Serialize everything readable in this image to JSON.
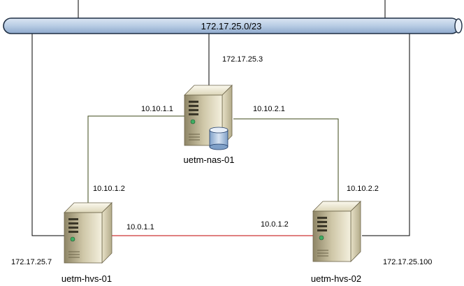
{
  "network": {
    "subnet": "172.17.25.0/23",
    "bus_color": "#b8cce4",
    "bus_stroke": "#1f2f44"
  },
  "hosts": {
    "nas": {
      "name": "uetm-nas-01",
      "ip_public": "172.17.25.3",
      "ip_link_left": "10.10.1.1",
      "ip_link_right": "10.10.2.1",
      "icon": "storage-server-icon"
    },
    "hvs1": {
      "name": "uetm-hvs-01",
      "ip_public": "172.17.25.7",
      "ip_link_nas": "10.10.1.2",
      "ip_link_peer": "10.0.1.1",
      "icon": "server-icon"
    },
    "hvs2": {
      "name": "uetm-hvs-02",
      "ip_public": "172.17.25.100",
      "ip_link_nas": "10.10.2.2",
      "ip_link_peer": "10.0.1.2",
      "icon": "server-icon"
    }
  },
  "links": {
    "nas_link_color": "#3d4a1a",
    "peer_link_color": "#c00000",
    "lan_color": "#000000"
  }
}
